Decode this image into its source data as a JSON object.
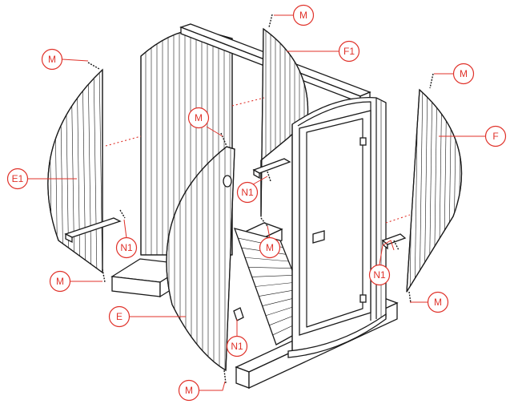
{
  "labels": {
    "m": "M",
    "f1": "F1",
    "f": "F",
    "e1": "E1",
    "e": "E",
    "n1": "N1"
  },
  "colors": {
    "callout": "#e0322a",
    "line": "#1a1a1a",
    "background": "#ffffff"
  }
}
